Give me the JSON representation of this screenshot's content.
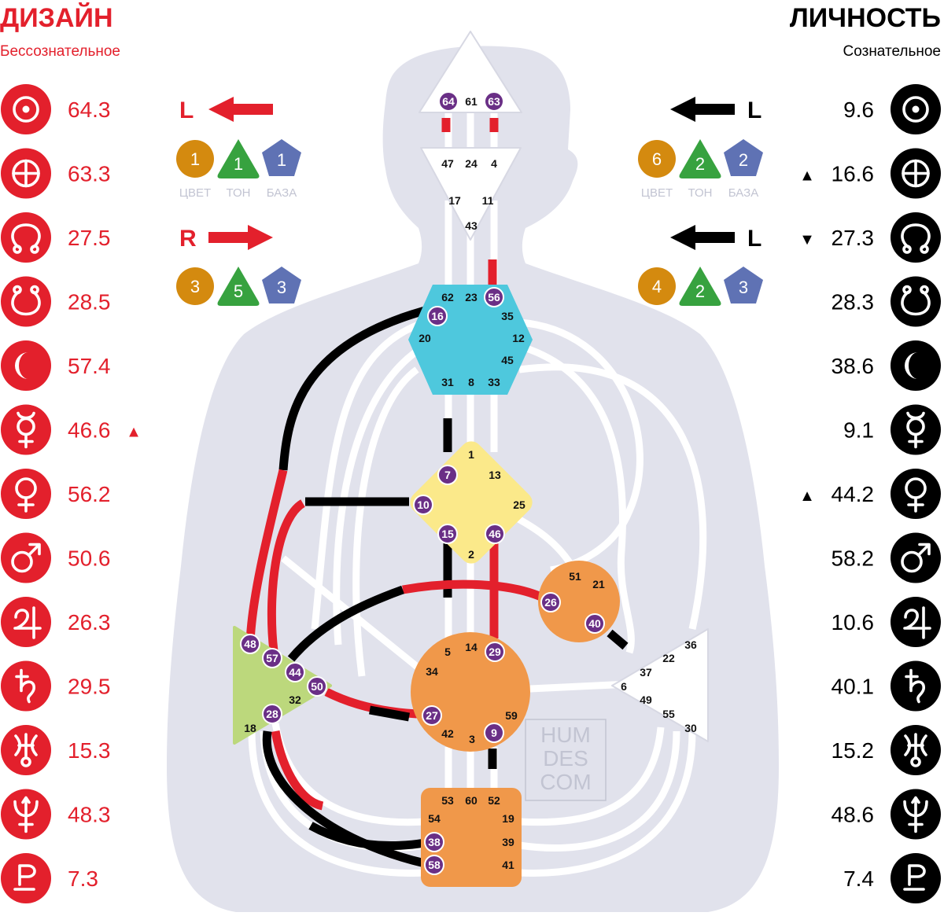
{
  "header": {
    "design_title": "ДИЗАЙН",
    "design_subtitle": "Бессознательное",
    "personality_title": "ЛИЧНОСТЬ",
    "personality_subtitle": "Сознательное"
  },
  "colors": {
    "design_red": "#e3202c",
    "personality_black": "#000000",
    "silhouette": "#e1e2ec",
    "channel_white": "#ffffff",
    "color_circle": "#d48a0f",
    "tone_triangle": "#37a23f",
    "base_pentagon": "#5f72b4",
    "defined_gate": "#6a2f86",
    "head_center": "#ffffff",
    "throat_center": "#4ec8dd",
    "g_center": "#fbe98a",
    "sacral_center": "#f0984a",
    "root_center": "#f0984a",
    "ego_center": "#f0984a",
    "spleen_center": "#bcd87c",
    "label_gray": "#c2c4d2"
  },
  "design_planets": [
    {
      "icon": "sun-icon",
      "value": "64.3",
      "mark": ""
    },
    {
      "icon": "earth-icon",
      "value": "63.3",
      "mark": ""
    },
    {
      "icon": "north-node-icon",
      "value": "27.5",
      "mark": ""
    },
    {
      "icon": "south-node-icon",
      "value": "28.5",
      "mark": ""
    },
    {
      "icon": "moon-icon",
      "value": "57.4",
      "mark": ""
    },
    {
      "icon": "mercury-icon",
      "value": "46.6",
      "mark": "▲"
    },
    {
      "icon": "venus-icon",
      "value": "56.2",
      "mark": ""
    },
    {
      "icon": "mars-icon",
      "value": "50.6",
      "mark": ""
    },
    {
      "icon": "jupiter-icon",
      "value": "26.3",
      "mark": ""
    },
    {
      "icon": "saturn-icon",
      "value": "29.5",
      "mark": ""
    },
    {
      "icon": "uranus-icon",
      "value": "15.3",
      "mark": ""
    },
    {
      "icon": "neptune-icon",
      "value": "48.3",
      "mark": ""
    },
    {
      "icon": "pluto-icon",
      "value": "7.3",
      "mark": ""
    }
  ],
  "personality_planets": [
    {
      "icon": "sun-icon",
      "value": "9.6",
      "mark": ""
    },
    {
      "icon": "earth-icon",
      "value": "16.6",
      "mark": "▲"
    },
    {
      "icon": "north-node-icon",
      "value": "27.3",
      "mark": "▼"
    },
    {
      "icon": "south-node-icon",
      "value": "28.3",
      "mark": ""
    },
    {
      "icon": "moon-icon",
      "value": "38.6",
      "mark": ""
    },
    {
      "icon": "mercury-icon",
      "value": "9.1",
      "mark": ""
    },
    {
      "icon": "venus-icon",
      "value": "44.2",
      "mark": "▲"
    },
    {
      "icon": "mars-icon",
      "value": "58.2",
      "mark": ""
    },
    {
      "icon": "jupiter-icon",
      "value": "10.6",
      "mark": ""
    },
    {
      "icon": "saturn-icon",
      "value": "40.1",
      "mark": ""
    },
    {
      "icon": "uranus-icon",
      "value": "15.2",
      "mark": ""
    },
    {
      "icon": "neptune-icon",
      "value": "48.6",
      "mark": ""
    },
    {
      "icon": "pluto-icon",
      "value": "7.4",
      "mark": ""
    }
  ],
  "variables": {
    "design_top": {
      "letter": "L",
      "direction": "left",
      "color": "1",
      "tone": "1",
      "base": "1"
    },
    "design_bottom": {
      "letter": "R",
      "direction": "right",
      "color": "3",
      "tone": "5",
      "base": "3"
    },
    "personality_top": {
      "letter": "L",
      "direction": "left",
      "color": "6",
      "tone": "2",
      "base": "2"
    },
    "personality_bottom": {
      "letter": "L",
      "direction": "left",
      "color": "4",
      "tone": "2",
      "base": "3"
    },
    "labels": {
      "color": "ЦВЕТ",
      "tone": "ТОН",
      "base": "БАЗА"
    }
  },
  "centers": {
    "head": {
      "gates": [
        "64",
        "61",
        "63"
      ],
      "defined": [
        "64",
        "63"
      ]
    },
    "ajna": {
      "gates": [
        "47",
        "24",
        "4",
        "17",
        "11",
        "43"
      ],
      "defined": []
    },
    "throat": {
      "gates": [
        "62",
        "23",
        "56",
        "16",
        "35",
        "20",
        "12",
        "45",
        "31",
        "8",
        "33"
      ],
      "defined": [
        "56",
        "16"
      ]
    },
    "g": {
      "gates": [
        "1",
        "7",
        "13",
        "10",
        "25",
        "15",
        "46",
        "2"
      ],
      "defined": [
        "7",
        "10",
        "15",
        "46"
      ]
    },
    "ego": {
      "gates": [
        "51",
        "21",
        "26",
        "40"
      ],
      "defined": [
        "26",
        "40"
      ]
    },
    "spleen": {
      "gates": [
        "48",
        "57",
        "44",
        "50",
        "32",
        "28",
        "18"
      ],
      "defined": [
        "48",
        "57",
        "44",
        "50",
        "28"
      ]
    },
    "sacral": {
      "gates": [
        "5",
        "14",
        "29",
        "34",
        "59",
        "27",
        "42",
        "3",
        "9"
      ],
      "defined": [
        "29",
        "27",
        "9"
      ]
    },
    "solar_plexus": {
      "gates": [
        "36",
        "22",
        "37",
        "6",
        "49",
        "55",
        "30"
      ],
      "defined": []
    },
    "root": {
      "gates": [
        "53",
        "60",
        "52",
        "54",
        "19",
        "38",
        "39",
        "58",
        "41"
      ],
      "defined": [
        "38",
        "58"
      ]
    }
  },
  "watermark": [
    "HUM",
    "DES",
    "COM"
  ]
}
